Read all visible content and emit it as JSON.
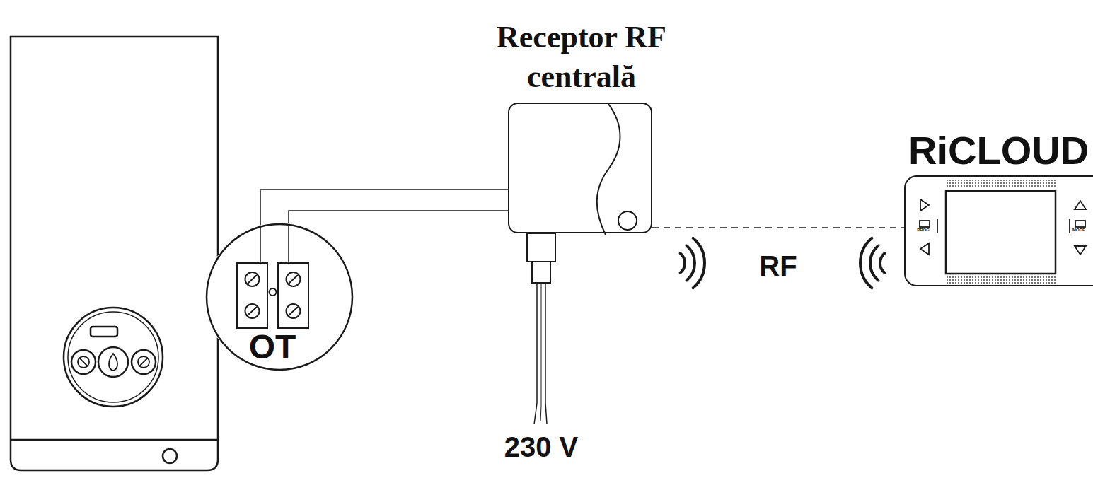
{
  "diagram": {
    "nodes": [
      {
        "text": [
          "OT"
        ]
      },
      {
        "text": [
          "Receptor RF centrală"
        ]
      },
      {
        "text": [
          "RiCLOUD"
        ]
      }
    ],
    "edges": [
      {
        "from": 0,
        "to": 1,
        "arrow": "none"
      },
      {
        "from": 1,
        "to": 2,
        "label": "RF",
        "arrow": "none"
      }
    ],
    "labels": [
      "230 V",
      "PROG",
      "MODE"
    ]
  }
}
